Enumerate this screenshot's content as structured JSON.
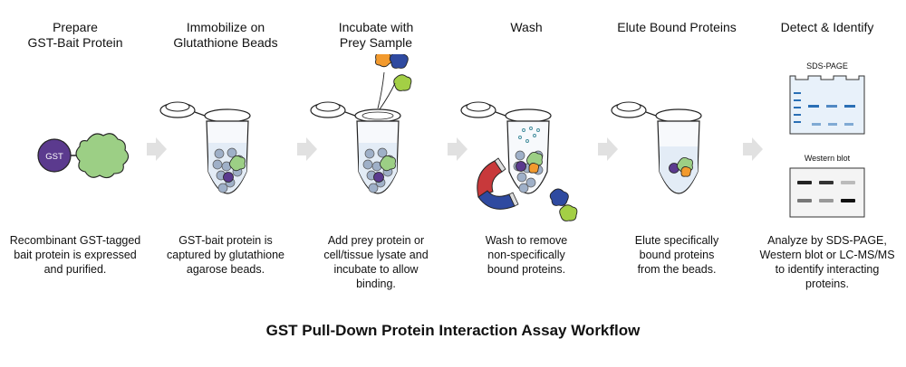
{
  "diagram": {
    "title": "GST Pull-Down Protein Interaction Assay Workflow",
    "colors": {
      "gst_purple": "#5b3a8e",
      "bait_green": "#9ccf85",
      "prey_orange": "#f29a2e",
      "prey_blue": "#2f4aa0",
      "prey_lime": "#a3cf45",
      "bead_gray": "#9fb0c8",
      "arrow_gray": "#e1e1e1",
      "magnet_red": "#c8393b",
      "magnet_blue": "#2f4aa0",
      "gel_blue": "#e8f1fa",
      "band_blue": "#2a6fb5"
    },
    "steps": [
      {
        "title": "Prepare\nGST-Bait Protein",
        "description": "Recombinant GST-tagged\nbait protein is expressed\nand purified.",
        "gst_label": "GST"
      },
      {
        "title": "Immobilize on\nGlutathione Beads",
        "description": "GST-bait protein is\ncaptured by glutathione\nagarose beads."
      },
      {
        "title": "Incubate with\nPrey Sample",
        "description": "Add prey protein or\ncell/tissue lysate and\nincubate to allow\nbinding."
      },
      {
        "title": "Wash",
        "description": "Wash to remove\nnon-specifically\nbound proteins."
      },
      {
        "title": "Elute Bound Proteins",
        "description": "Elute specifically\nbound proteins\nfrom the beads."
      },
      {
        "title": "Detect & Identify",
        "description": "Analyze by SDS-PAGE,\nWestern blot or LC-MS/MS\nto identify interacting\nproteins.",
        "sds_label": "SDS-PAGE",
        "western_label": "Western blot"
      }
    ]
  }
}
